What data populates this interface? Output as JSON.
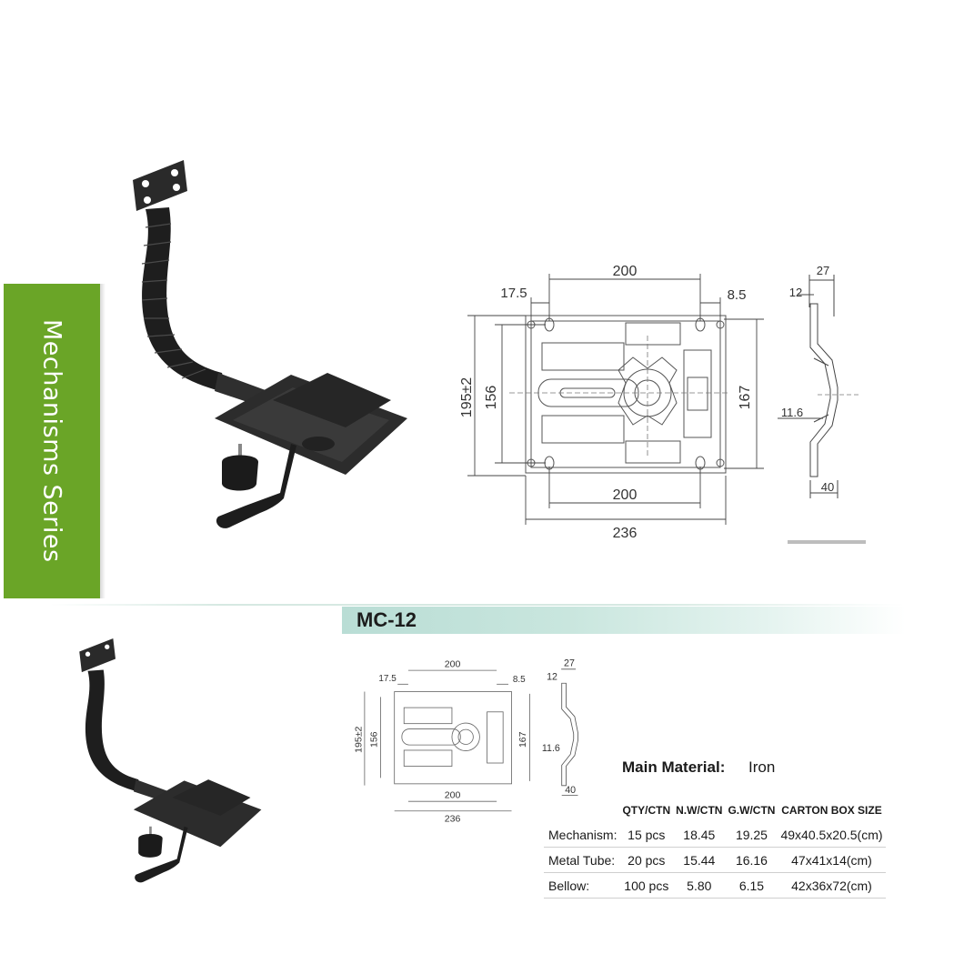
{
  "side_title": "Mechanisms Series",
  "model": "MC-12",
  "drawing": {
    "top_width": "200",
    "left_offset": "17.5",
    "right_offset": "8.5",
    "overall_height": "195±2",
    "hole_height": "156",
    "right_height": "167",
    "bottom_width": "200",
    "overall_width": "236",
    "side_top": "27",
    "side_upper": "12",
    "side_mid": "11.6",
    "side_bottom": "40"
  },
  "material": {
    "label": "Main Material:",
    "value": "Iron"
  },
  "spec_table": {
    "headers": [
      "",
      "QTY/CTN",
      "N.W/CTN",
      "G.W/CTN",
      "CARTON BOX SIZE"
    ],
    "rows": [
      [
        "Mechanism:",
        "15 pcs",
        "18.45",
        "19.25",
        "49x40.5x20.5(cm)"
      ],
      [
        "Metal Tube:",
        "20 pcs",
        "15.44",
        "16.16",
        "47x41x14(cm)"
      ],
      [
        "Bellow:",
        "100 pcs",
        "5.80",
        "6.15",
        "42x36x72(cm)"
      ]
    ]
  },
  "colors": {
    "accent_green": "#6aa527",
    "banner_teal": "#b9ddd5"
  }
}
